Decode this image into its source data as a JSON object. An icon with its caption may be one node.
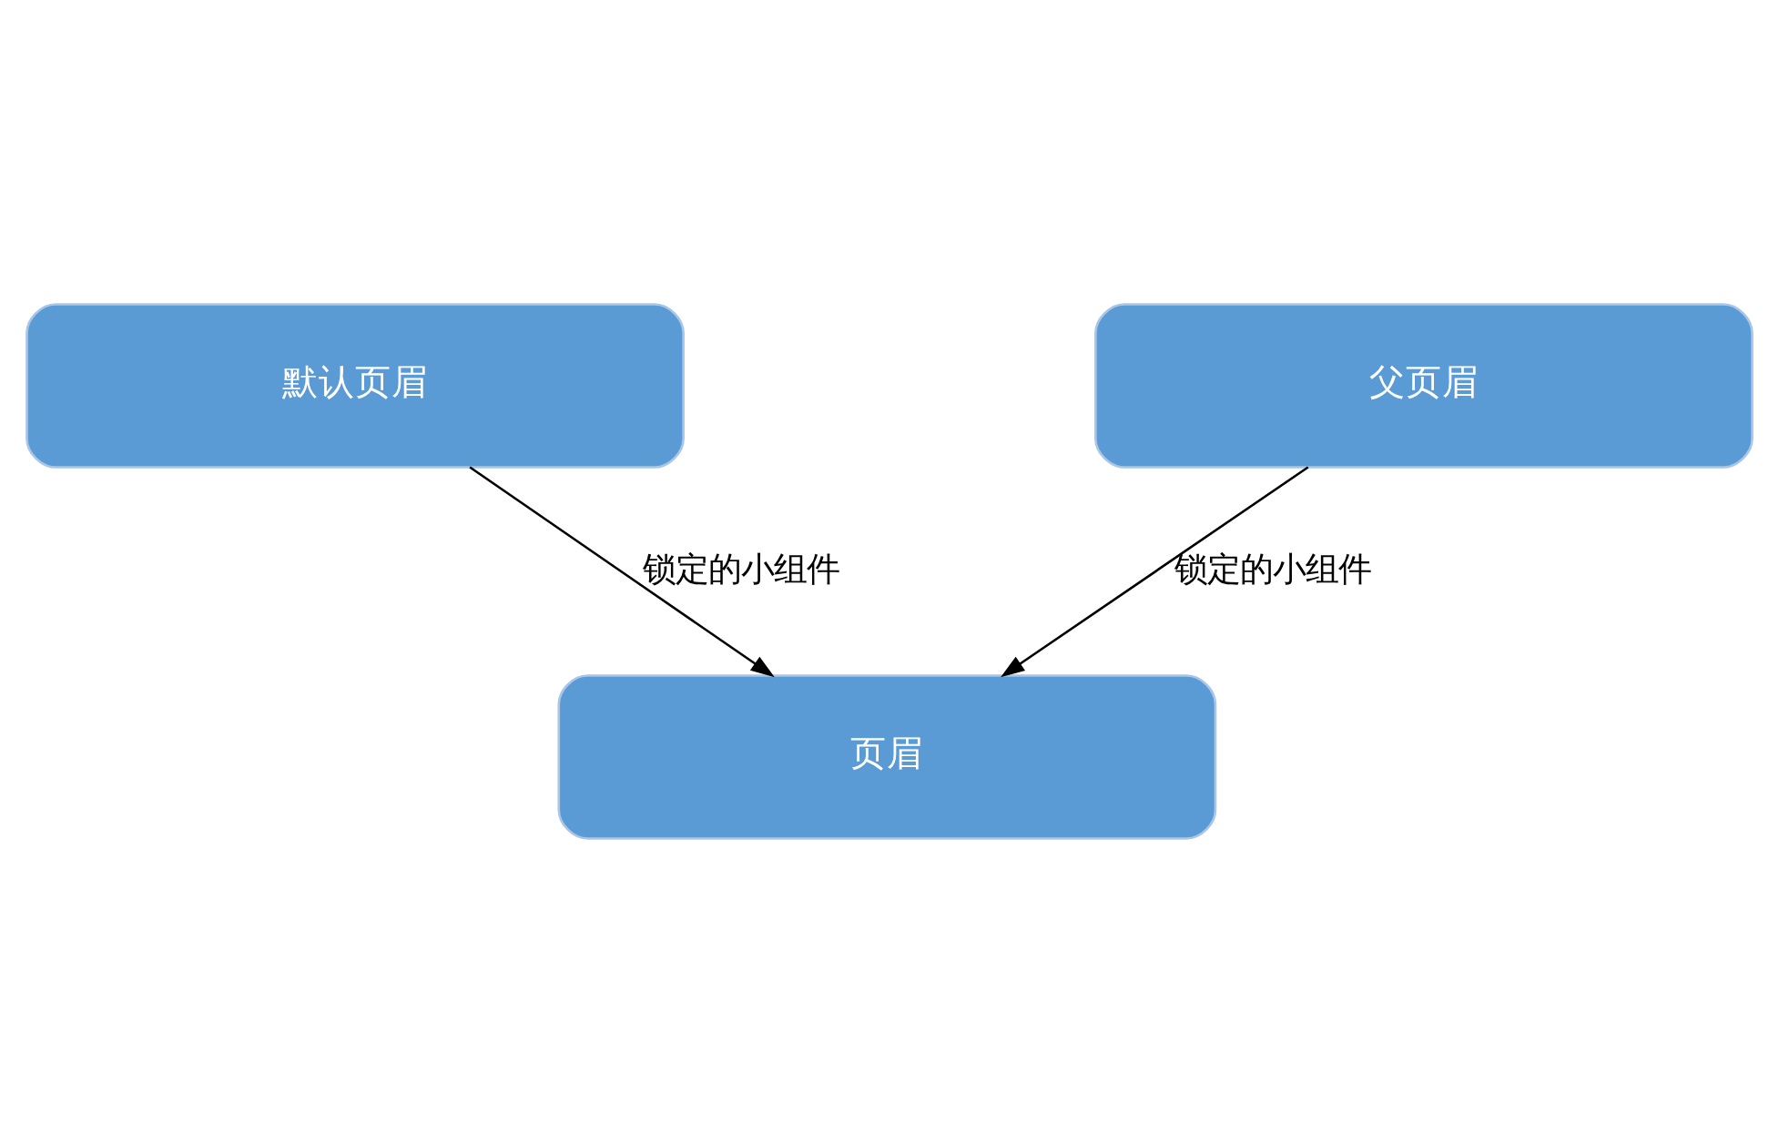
{
  "diagram": {
    "nodes": [
      {
        "text": [
          "默认页眉"
        ]
      },
      {
        "text": [
          "父页眉"
        ]
      },
      {
        "text": [
          "页眉"
        ]
      }
    ],
    "edges": [
      {
        "from": 0,
        "to": 2,
        "arrow": "to",
        "label": "锁定的小组件"
      },
      {
        "from": 1,
        "to": 2,
        "arrow": "to",
        "label": "锁定的小组件"
      }
    ]
  }
}
